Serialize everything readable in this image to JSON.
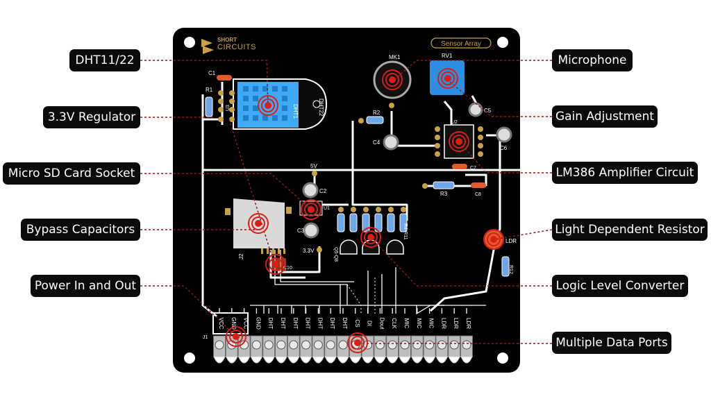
{
  "colors": {
    "board": "#000000",
    "trace": "#ffffff",
    "pad": "#c8a24a",
    "target": "#d91e18",
    "leader": "#8b1a1a",
    "callout_bg": "#0b0b0b",
    "callout_text": "#ffffff",
    "sd_card": "#d9d9d9",
    "pot": "#2e8fe0",
    "dht": "#3fa9f5",
    "cap_orange": "#e25c2b"
  },
  "brand": {
    "line1": "SHORT",
    "line2": "CIRCUITS",
    "logo_icon": "triangle-stack-logo"
  },
  "board_label": "Sensor Array",
  "callouts_left": [
    {
      "id": "dht",
      "label": "DHT11/22"
    },
    {
      "id": "reg",
      "label": "3.3V Regulator"
    },
    {
      "id": "sd",
      "label": "Micro SD Card Socket"
    },
    {
      "id": "bypass",
      "label": "Bypass Capacitors"
    },
    {
      "id": "power",
      "label": "Power In and Out"
    }
  ],
  "callouts_right": [
    {
      "id": "mic",
      "label": "Microphone"
    },
    {
      "id": "gain",
      "label": "Gain Adjustment"
    },
    {
      "id": "amp",
      "label": "LM386 Amplifier Circuit"
    },
    {
      "id": "ldr",
      "label": "Light Dependent Resistor"
    },
    {
      "id": "llc",
      "label": "Logic Level Converter"
    },
    {
      "id": "ports",
      "label": "Multiple Data Ports"
    }
  ],
  "silk": {
    "c1": "C1",
    "r1": "R1",
    "u3": "U3",
    "dht1": "DHT1",
    "dht22": "DHT22",
    "mk1": "MK1",
    "rv1": "RV1",
    "r2": "R2",
    "c4": "C4",
    "c5": "C5",
    "u2": "U2",
    "c6": "C6",
    "c7": "C7",
    "r3": "R3",
    "c8": "C8",
    "v5": "5V",
    "c2": "C2",
    "u1": "U1",
    "c3": "C3",
    "v33": "3.3V",
    "j2": "J2",
    "c10": "C10",
    "q5q8": "Q5-Q8",
    "r4r11": "R4-R11",
    "ldr": "LDR",
    "r12": "R12",
    "j1": "J1"
  },
  "pins": [
    "VCC",
    "GND",
    "VCC",
    "GND",
    "DHT",
    "DHT",
    "DHT",
    "DHT",
    "DHT",
    "DHT",
    "DHT",
    "CS",
    "DI",
    "Dout",
    "CLK",
    "MIC",
    "MIC",
    "MIC",
    "LDR",
    "LDR",
    "LDR"
  ]
}
